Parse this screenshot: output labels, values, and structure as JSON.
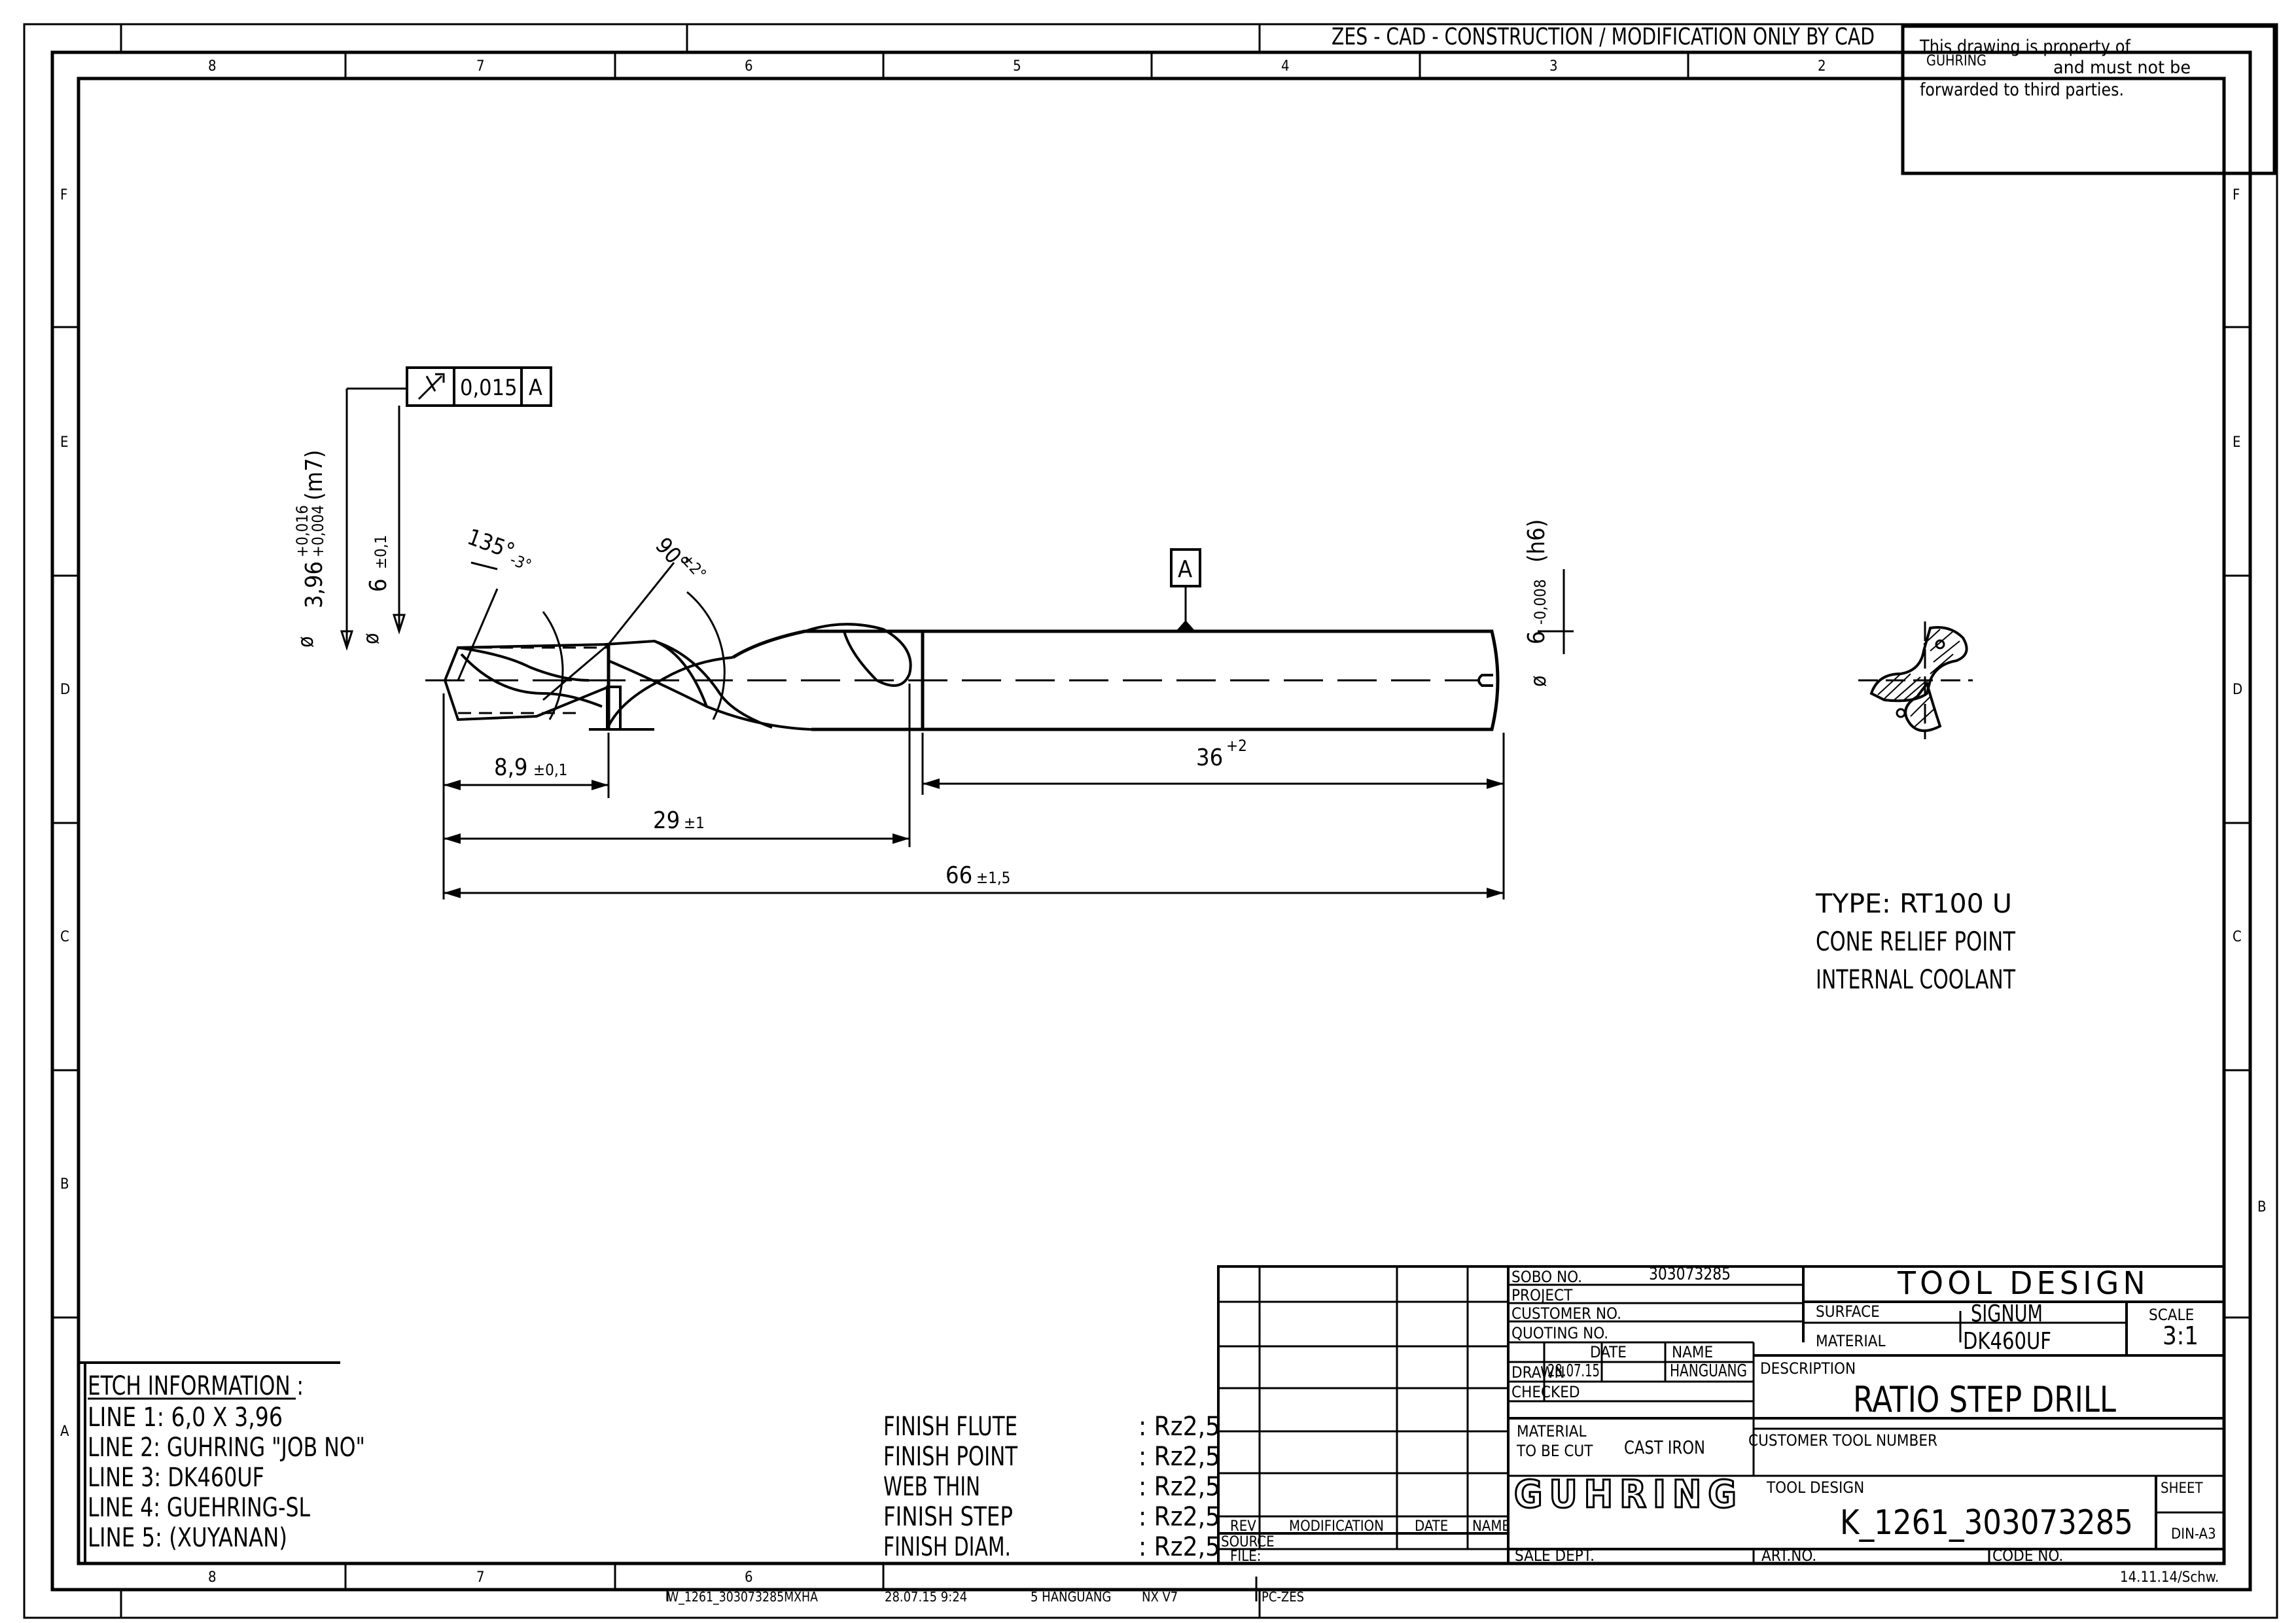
{
  "top_banner": "ZES - CAD - CONSTRUCTION / MODIFICATION ONLY BY CAD",
  "property_notice": {
    "line1": "This drawing is property of",
    "company": "GUHRING",
    "line2": "and must not be",
    "line3": "forwarded to third parties."
  },
  "zones": {
    "columns": [
      "8",
      "7",
      "6",
      "5",
      "4",
      "3",
      "2"
    ],
    "bottom_columns": [
      "8",
      "7",
      "6"
    ],
    "rows": [
      "F",
      "E",
      "D",
      "C",
      "B",
      "A"
    ]
  },
  "dimensions": {
    "runout_value": "0,015",
    "runout_datum": "A",
    "datum_label": "A",
    "step_diameter": "3,96 +0,016 +0,004 (m7)",
    "step_dia_main": "3,96",
    "step_dia_upper_tol": "+0,016",
    "step_dia_lower_tol": "+0,004",
    "step_dia_fit": "(m7)",
    "body_diameter": "6 ±0,1",
    "body_dia_main": "6",
    "body_dia_tol": "±0,1",
    "point_angle_main": "135°",
    "point_angle_tol": "-3°",
    "step_angle_main": "90°",
    "step_angle_tol": "±2°",
    "shank_diameter_main": "6",
    "shank_diameter_tol": "-0,008",
    "shank_diameter_fit": "(h6)",
    "dia_symbol": "ø",
    "step_length_main": "8,9",
    "step_length_tol": "±0,1",
    "flute_length_main": "29",
    "flute_length_tol": "±1",
    "total_length_main": "66",
    "total_length_tol": "±1,5",
    "shank_length_main": "36",
    "shank_length_tol": "+2"
  },
  "type_notes": [
    "TYPE: RT100 U",
    "CONE RELIEF POINT",
    "INTERNAL COOLANT"
  ],
  "etch": {
    "title": "ETCH INFORMATION :",
    "lines": [
      "LINE 1: 6,0 X 3,96",
      "LINE 2: GUHRING \"JOB NO\"",
      "LINE 3: DK460UF",
      "LINE 4: GUEHRING-SL",
      "LINE 5: (XUYANAN)"
    ]
  },
  "finish": [
    {
      "label": "FINISH FLUTE",
      "value": ": Rz2,5"
    },
    {
      "label": "FINISH POINT",
      "value": ": Rz2,5"
    },
    {
      "label": "WEB THIN",
      "value": ": Rz2,5"
    },
    {
      "label": "FINISH STEP",
      "value": ": Rz2,5"
    },
    {
      "label": "FINISH DIAM.",
      "value": ": Rz2,5"
    }
  ],
  "revision_table": {
    "headers": [
      "REV",
      "MODIFICATION",
      "DATE",
      "NAME"
    ],
    "source_label": "SOURCE",
    "file_label": "FILE:"
  },
  "title_block": {
    "sobo_label": "SOBO NO.",
    "sobo_value": "303073285",
    "project_label": "PROJECT",
    "customer_no_label": "CUSTOMER NO.",
    "quoting_no_label": "QUOTING NO.",
    "date_header": "DATE",
    "name_header": "NAME",
    "drawn_label": "DRAWN",
    "drawn_date": "28.07.15",
    "drawn_name": "HANGUANG",
    "checked_label": "CHECKED",
    "material_cut_label1": "MATERIAL",
    "material_cut_label2": "TO BE CUT",
    "material_cut_value": "CAST IRON",
    "logo": "GUHRING",
    "sale_dept_label": "SALE DEPT.",
    "heading": "TOOL DESIGN",
    "surface_label": "SURFACE",
    "surface_value": "SIGNUM",
    "material_label": "MATERIAL",
    "material_value": "DK460UF",
    "scale_label": "SCALE",
    "scale_value": "3:1",
    "description_label": "DESCRIPTION",
    "description_value": "RATIO STEP DRILL",
    "customer_tool_label": "CUSTOMER TOOL NUMBER",
    "tool_design_label": "TOOL DESIGN",
    "tool_design_value": "K_1261_303073285",
    "sheet_label": "SHEET",
    "sheet_value": "DIN-A3",
    "art_no_label": "ART.NO.",
    "code_no_label": "CODE NO.",
    "template_ref": "14.11.14/Schw."
  },
  "footer": {
    "file_name": "W_1261_303073285MXHA",
    "date_time": "28.07.15  9:24",
    "user": "5 HANGUANG",
    "cad_version": "NX V7",
    "system": "PC-ZES"
  }
}
